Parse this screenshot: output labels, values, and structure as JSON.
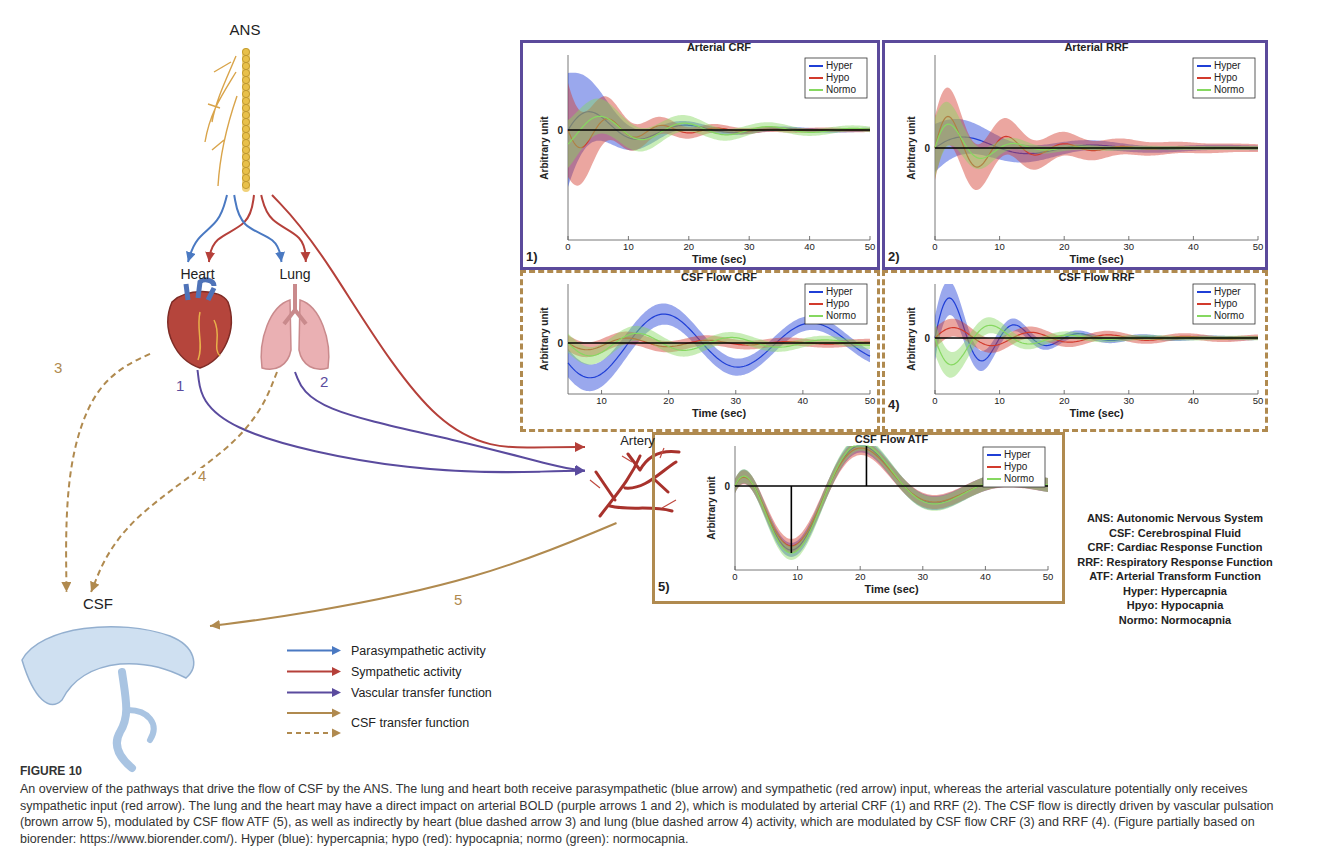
{
  "diagram": {
    "title": "FIGURE 10",
    "caption": "An overview of the pathways that drive the flow of CSF by the ANS. The lung and heart both receive parasympathetic (blue arrow) and sympathetic (red arrow) input, whereas the arterial vasculature potentially only receives sympathetic input (red arrow). The lung and the heart may have a direct impact on arterial BOLD (purple arrows 1 and 2), which is modulated by arterial CRF (1) and RRF (2). The CSF flow is directly driven by vascular pulsation (brown arrow 5), modulated by CSF flow ATF (5), as well as indirectly by heart (blue dashed arrow 3) and lung (blue dashed arrow 4) activity, which are modulated by CSF flow CRF (3) and RRF (4). (Figure partially based on biorender: https://www.biorender.com/). Hyper (blue): hypercapnia; hypo (red): hypocapnia; normo (green): normocapnia.",
    "nodes": [
      {
        "text": [
          "ANS"
        ]
      },
      {
        "text": [
          "Heart"
        ]
      },
      {
        "text": [
          "Lung"
        ]
      },
      {
        "text": [
          "Artery"
        ]
      },
      {
        "text": [
          "CSF"
        ]
      },
      {
        "text": [
          "Arterial CRF",
          "Arbitrary unit",
          "0",
          "0",
          "10",
          "20",
          "30",
          "40",
          "50",
          "Time (sec)",
          "Hyper",
          "Hypo",
          "Normo",
          "1)"
        ]
      },
      {
        "text": [
          "Arterial RRF",
          "Arbitrary unit",
          "0",
          "0",
          "10",
          "20",
          "30",
          "40",
          "50",
          "Time (sec)",
          "Hyper",
          "Hypo",
          "Normo",
          "2)"
        ]
      },
      {
        "text": [
          "CSF Flow CRF",
          "Arbitrary unit",
          "0",
          "10",
          "20",
          "30",
          "40",
          "50",
          "Time (sec)",
          "Hyper",
          "Hypo",
          "Normo"
        ]
      },
      {
        "text": [
          "CSF Flow RRF",
          "Arbitrary unit",
          "0",
          "0",
          "10",
          "20",
          "30",
          "40",
          "50",
          "Time (sec)",
          "Hyper",
          "Hypo",
          "Normo",
          "4)"
        ]
      },
      {
        "text": [
          "CSF Flow ATF",
          "Arbitrary unit",
          "0",
          "0",
          "10",
          "20",
          "30",
          "40",
          "50",
          "Time (sec)",
          "Hyper",
          "Hypo",
          "Normo",
          "5)"
        ]
      }
    ],
    "edges": [
      {
        "from": 0,
        "to": 1,
        "arrow": "to"
      },
      {
        "from": 0,
        "to": 1,
        "arrow": "to"
      },
      {
        "from": 0,
        "to": 2,
        "arrow": "to"
      },
      {
        "from": 0,
        "to": 2,
        "arrow": "to"
      },
      {
        "from": 0,
        "to": 3,
        "arrow": "to"
      },
      {
        "from": 1,
        "to": 3,
        "label": "1",
        "arrow": "to"
      },
      {
        "from": 2,
        "to": 3,
        "label": "2",
        "arrow": "to"
      },
      {
        "from": 1,
        "to": 4,
        "label": "3",
        "arrow": "to"
      },
      {
        "from": 2,
        "to": 4,
        "label": "4",
        "arrow": "to"
      },
      {
        "from": 3,
        "to": 4,
        "label": "5",
        "arrow": "to"
      }
    ],
    "labels": [
      "ANS: Autonomic Nervous System",
      "CSF: Cerebrospinal Fluid",
      "CRF: Cardiac Response Function",
      "RRF: Respiratory Response Function",
      "ATF: Arterial Transform Function",
      "Hyper: Hypercapnia",
      "Hpyo: Hypocapnia",
      "Normo: Normocapnia"
    ],
    "legend": [
      {
        "text": "Parasympathetic activity"
      },
      {
        "text": "Sympathetic activity"
      },
      {
        "text": "Vascular transfer function"
      },
      {
        "text": "CSF transfer function"
      }
    ]
  }
}
